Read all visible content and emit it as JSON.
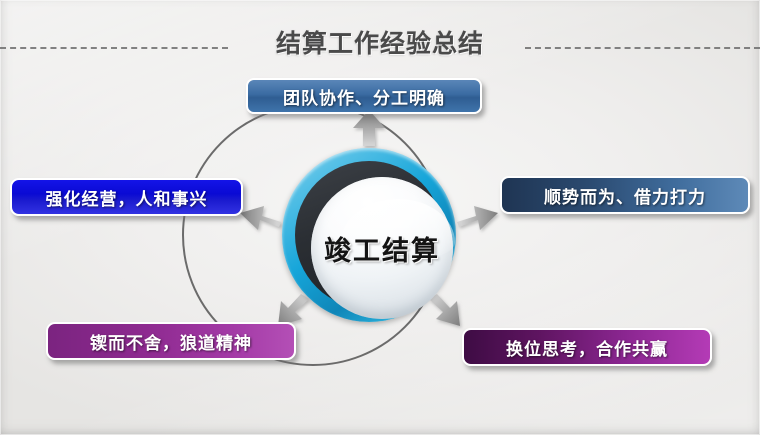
{
  "slide": {
    "title": "结算工作经验总结",
    "background_color": "#f0efee",
    "title_color": "#4a4a4a"
  },
  "center": {
    "label": "竣工结算",
    "ring_color": "#16a5d9",
    "inner_color": "#eef2f5"
  },
  "nodes": [
    {
      "id": "top",
      "label": "团队协作、分工明确",
      "color": "#3a6ba2",
      "position": "top"
    },
    {
      "id": "right",
      "label": "顺势而为、借力打力",
      "color": "#2b4a70",
      "position": "right"
    },
    {
      "id": "bottom-right",
      "label": "换位思考，合作共赢",
      "color": "#5e1460",
      "position": "bottom-right"
    },
    {
      "id": "bottom-left",
      "label": "锲而不舍，狼道精神",
      "color": "#8e2a90",
      "position": "bottom-left"
    },
    {
      "id": "left",
      "label": "强化经营，人和事兴",
      "color": "#0a0ad4",
      "position": "left"
    }
  ],
  "decor": {
    "arrow_color": "#8a8a8a",
    "outer_circle_color": "#5c5c5c",
    "rule_style": "dashed"
  }
}
